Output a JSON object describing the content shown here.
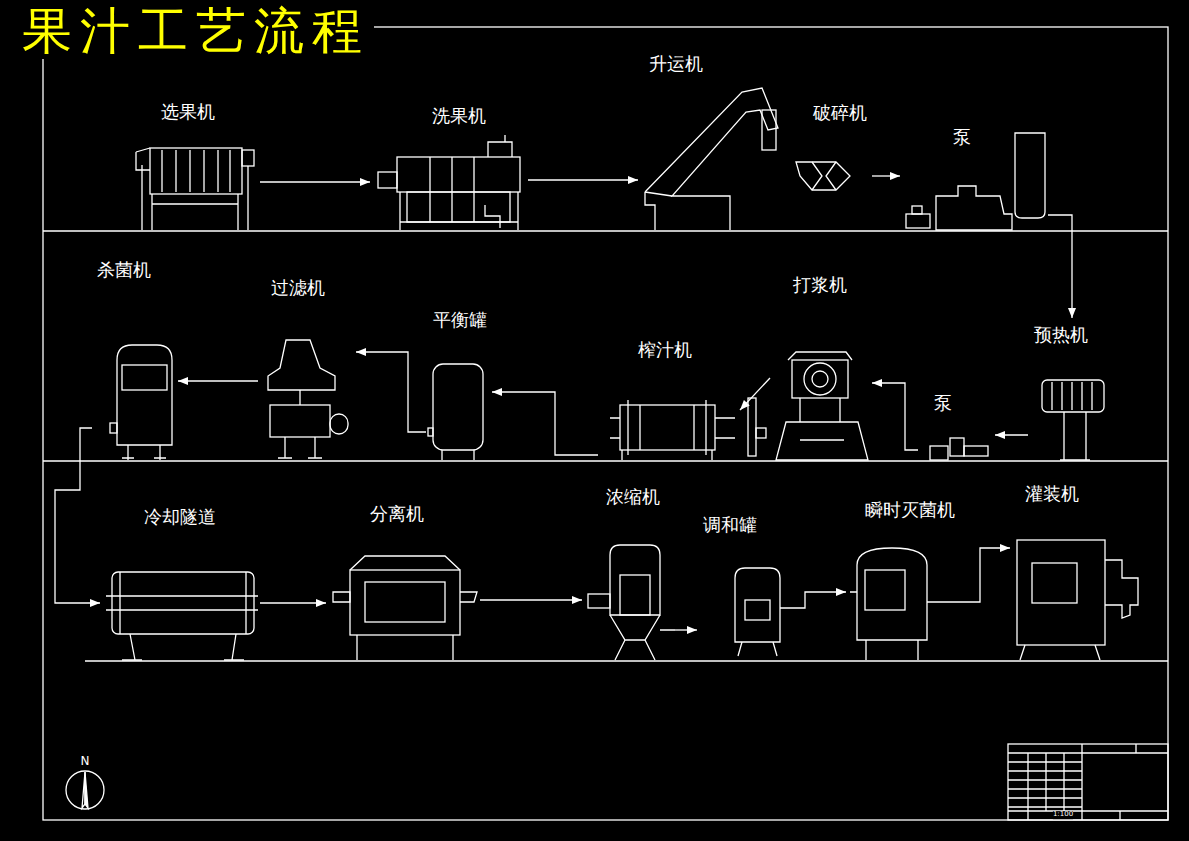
{
  "diagram": {
    "title": "果汁工艺流程",
    "nodes": [
      {
        "text": [
          "选果机"
        ]
      },
      {
        "text": [
          "洗果机"
        ]
      },
      {
        "text": [
          "升运机"
        ]
      },
      {
        "text": [
          "破碎机"
        ]
      },
      {
        "text": [
          "泵"
        ]
      },
      {
        "text": [
          "杀菌机"
        ]
      },
      {
        "text": [
          "过滤机"
        ]
      },
      {
        "text": [
          "平衡罐"
        ]
      },
      {
        "text": [
          "榨汁机"
        ]
      },
      {
        "text": [
          "打浆机"
        ]
      },
      {
        "text": [
          "泵"
        ]
      },
      {
        "text": [
          "预热机"
        ]
      },
      {
        "text": [
          "冷却隧道"
        ]
      },
      {
        "text": [
          "分离机"
        ]
      },
      {
        "text": [
          "浓缩机"
        ]
      },
      {
        "text": [
          "调和罐"
        ]
      },
      {
        "text": [
          "瞬时灭菌机"
        ]
      },
      {
        "text": [
          "灌装机"
        ]
      }
    ],
    "edges": [
      {
        "from": 0,
        "to": 1,
        "arrow": "to"
      },
      {
        "from": 1,
        "to": 2,
        "arrow": "to"
      },
      {
        "from": 3,
        "to": 4,
        "arrow": "to"
      },
      {
        "from": 4,
        "to": 11,
        "arrow": "to"
      },
      {
        "from": 11,
        "to": 10,
        "arrow": "to"
      },
      {
        "from": 10,
        "to": 9,
        "arrow": "to"
      },
      {
        "from": 9,
        "to": 8,
        "arrow": "to"
      },
      {
        "from": 8,
        "to": 7,
        "arrow": "to"
      },
      {
        "from": 7,
        "to": 6,
        "arrow": "to"
      },
      {
        "from": 6,
        "to": 5,
        "arrow": "to"
      },
      {
        "from": 5,
        "to": 12,
        "arrow": "to"
      },
      {
        "from": 12,
        "to": 13,
        "arrow": "to"
      },
      {
        "from": 13,
        "to": 14,
        "arrow": "to"
      },
      {
        "from": 14,
        "to": 15,
        "arrow": "to"
      },
      {
        "from": 15,
        "to": 16,
        "arrow": "to"
      },
      {
        "from": 16,
        "to": 17,
        "arrow": "to"
      }
    ],
    "labels": [
      "N",
      "1:100"
    ]
  }
}
